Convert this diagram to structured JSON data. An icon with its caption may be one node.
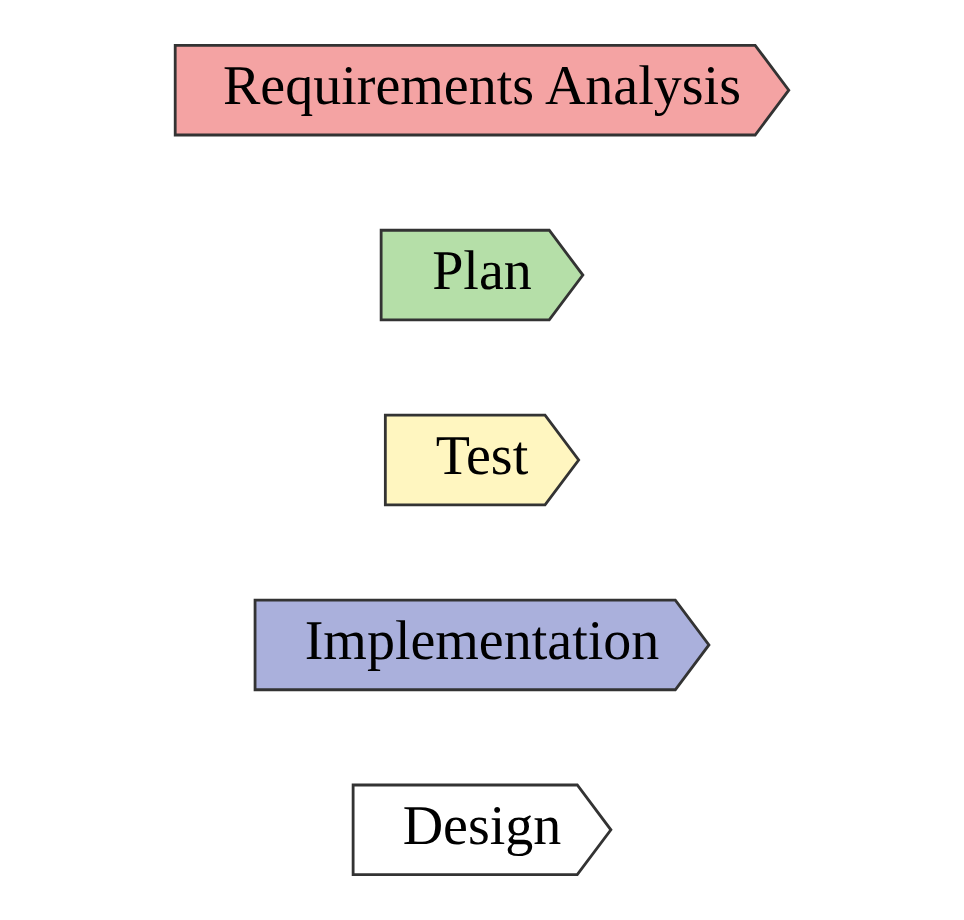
{
  "diagram": {
    "nodes": [
      {
        "text": [
          "Design"
        ]
      },
      {
        "text": [
          "Implementation"
        ]
      },
      {
        "text": [
          "Test"
        ]
      },
      {
        "text": [
          "Plan"
        ]
      },
      {
        "text": [
          "Requirements Analysis"
        ]
      }
    ],
    "edges": []
  }
}
